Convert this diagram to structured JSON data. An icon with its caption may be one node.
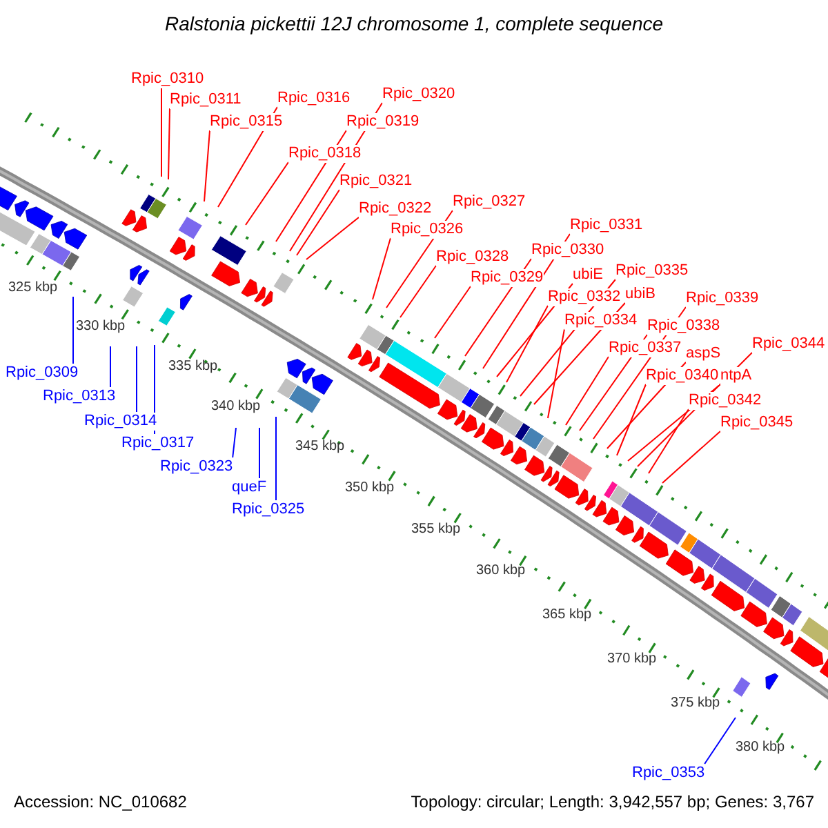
{
  "diagram": {
    "title": "Ralstonia pickettii 12J chromosome 1, complete sequence",
    "nodes": [
      {
        "text": [
          "Rpic_0310"
        ]
      },
      {
        "text": [
          "Rpic_0311"
        ]
      },
      {
        "text": [
          "Rpic_0315"
        ]
      },
      {
        "text": [
          "Rpic_0316"
        ]
      },
      {
        "text": [
          "Rpic_0318"
        ]
      },
      {
        "text": [
          "Rpic_0319"
        ]
      },
      {
        "text": [
          "Rpic_0320"
        ]
      },
      {
        "text": [
          "Rpic_0321"
        ]
      },
      {
        "text": [
          "Rpic_0322"
        ]
      },
      {
        "text": [
          "Rpic_0326"
        ]
      },
      {
        "text": [
          "Rpic_0327"
        ]
      },
      {
        "text": [
          "Rpic_0328"
        ]
      },
      {
        "text": [
          "Rpic_0329"
        ]
      },
      {
        "text": [
          "Rpic_0330"
        ]
      },
      {
        "text": [
          "Rpic_0331"
        ]
      },
      {
        "text": [
          "ubiE"
        ]
      },
      {
        "text": [
          "Rpic_0332"
        ]
      },
      {
        "text": [
          "Rpic_0335"
        ]
      },
      {
        "text": [
          "ubiB"
        ]
      },
      {
        "text": [
          "Rpic_0334"
        ]
      },
      {
        "text": [
          "Rpic_0339"
        ]
      },
      {
        "text": [
          "Rpic_0338"
        ]
      },
      {
        "text": [
          "Rpic_0337"
        ]
      },
      {
        "text": [
          "aspS"
        ]
      },
      {
        "text": [
          "Rpic_0344"
        ]
      },
      {
        "text": [
          "Rpic_0340"
        ]
      },
      {
        "text": [
          "ntpA"
        ]
      },
      {
        "text": [
          "Rpic_0342"
        ]
      },
      {
        "text": [
          "Rpic_0345"
        ]
      },
      {
        "text": [
          "Rpic_0309"
        ]
      },
      {
        "text": [
          "Rpic_0313"
        ]
      },
      {
        "text": [
          "Rpic_0314"
        ]
      },
      {
        "text": [
          "Rpic_0317"
        ]
      },
      {
        "text": [
          "Rpic_0323"
        ]
      },
      {
        "text": [
          "queF"
        ]
      },
      {
        "text": [
          "Rpic_0325"
        ]
      },
      {
        "text": [
          "Rpic_0353"
        ]
      }
    ],
    "edges": [
      {
        "from": 0,
        "to": null,
        "arrow": "none"
      },
      {
        "from": 1,
        "to": null,
        "arrow": "none"
      },
      {
        "from": 2,
        "to": null,
        "arrow": "none"
      },
      {
        "from": 3,
        "to": null,
        "arrow": "none"
      },
      {
        "from": 4,
        "to": null,
        "arrow": "none"
      },
      {
        "from": 5,
        "to": null,
        "arrow": "none"
      },
      {
        "from": 6,
        "to": null,
        "arrow": "none"
      },
      {
        "from": 7,
        "to": null,
        "arrow": "none"
      },
      {
        "from": 8,
        "to": null,
        "arrow": "none"
      },
      {
        "from": 9,
        "to": null,
        "arrow": "none"
      },
      {
        "from": 10,
        "to": null,
        "arrow": "none"
      },
      {
        "from": 11,
        "to": null,
        "arrow": "none"
      },
      {
        "from": 12,
        "to": null,
        "arrow": "none"
      },
      {
        "from": 13,
        "to": null,
        "arrow": "none"
      },
      {
        "from": 14,
        "to": null,
        "arrow": "none"
      },
      {
        "from": 15,
        "to": null,
        "arrow": "none"
      },
      {
        "from": 16,
        "to": null,
        "arrow": "none"
      },
      {
        "from": 17,
        "to": null,
        "arrow": "none"
      },
      {
        "from": 18,
        "to": null,
        "arrow": "none"
      },
      {
        "from": 19,
        "to": null,
        "arrow": "none"
      },
      {
        "from": 20,
        "to": null,
        "arrow": "none"
      },
      {
        "from": 21,
        "to": null,
        "arrow": "none"
      },
      {
        "from": 22,
        "to": null,
        "arrow": "none"
      },
      {
        "from": 23,
        "to": null,
        "arrow": "none"
      },
      {
        "from": 24,
        "to": null,
        "arrow": "none"
      },
      {
        "from": 25,
        "to": null,
        "arrow": "none"
      },
      {
        "from": 26,
        "to": null,
        "arrow": "none"
      },
      {
        "from": 27,
        "to": null,
        "arrow": "none"
      },
      {
        "from": 28,
        "to": null,
        "arrow": "none"
      },
      {
        "from": 29,
        "to": null,
        "arrow": "none",
        "color": "#0000ff"
      },
      {
        "from": 30,
        "to": null,
        "arrow": "none",
        "color": "#0000ff"
      },
      {
        "from": 31,
        "to": null,
        "arrow": "none",
        "color": "#0000ff"
      },
      {
        "from": 32,
        "to": null,
        "arrow": "none",
        "color": "#0000ff"
      },
      {
        "from": 33,
        "to": null,
        "arrow": "none",
        "color": "#0000ff"
      },
      {
        "from": 34,
        "to": null,
        "arrow": "none",
        "color": "#0000ff"
      },
      {
        "from": 35,
        "to": null,
        "arrow": "none",
        "color": "#0000ff"
      },
      {
        "from": 36,
        "to": null,
        "arrow": "none",
        "color": "#0000ff"
      }
    ],
    "labels": [
      "325 kbp",
      "330 kbp",
      "335 kbp",
      "340 kbp",
      "345 kbp",
      "350 kbp",
      "355 kbp",
      "360 kbp",
      "365 kbp",
      "370 kbp",
      "375 kbp",
      "380 kbp",
      "Accession: NC_010682",
      "Topology: circular; Length: 3,942,557 bp; Genes: 3,767"
    ]
  }
}
